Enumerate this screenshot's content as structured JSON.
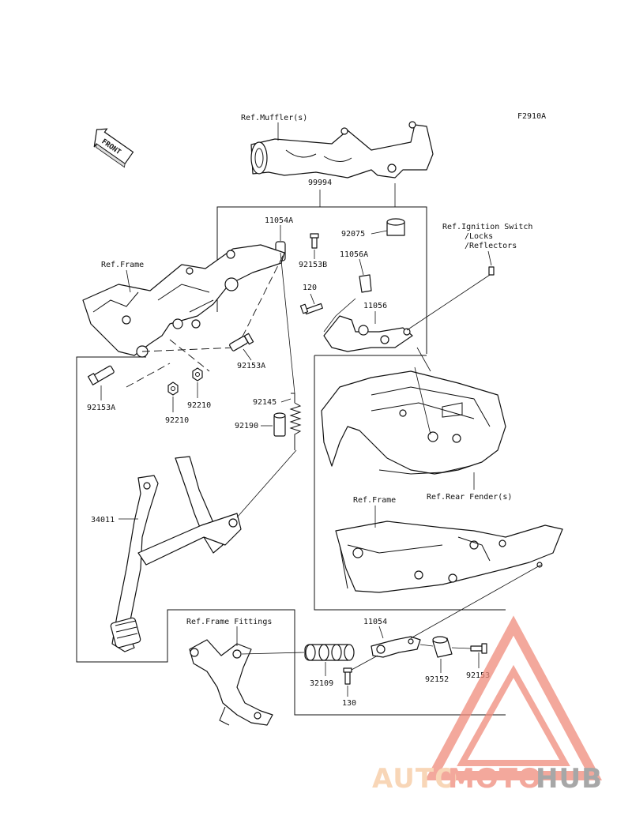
{
  "diagram_code": "F2910A",
  "front_arrow_label": "FRONT",
  "refs": {
    "muffler": "Ref.Muffler(s)",
    "frame_upper": "Ref.Frame",
    "ignition_line1": "Ref.Ignition Switch",
    "ignition_line2": "/Locks",
    "ignition_line3": "/Reflectors",
    "rear_fender": "Ref.Rear Fender(s)",
    "frame_lower": "Ref.Frame",
    "frame_fittings": "Ref.Frame Fittings"
  },
  "parts": {
    "p99994": "99994",
    "p92075": "92075",
    "p11054A": "11054A",
    "p92153B": "92153B",
    "p11056A": "11056A",
    "p120": "120",
    "p11056": "11056",
    "p92153A_right": "92153A",
    "p92153A_left": "92153A",
    "p92210_a": "92210",
    "p92210_b": "92210",
    "p92145": "92145",
    "p92190": "92190",
    "p34011": "34011",
    "p11054": "11054",
    "p32109": "32109",
    "p130": "130",
    "p92152": "92152",
    "p92153": "92153"
  },
  "watermark": {
    "part1": "AUTO",
    "part2": "MOTO",
    "part3": "HUB",
    "color_light": "#f6c9a0",
    "color_mid": "#f08b7b",
    "color_dark": "#8a8a8a"
  }
}
